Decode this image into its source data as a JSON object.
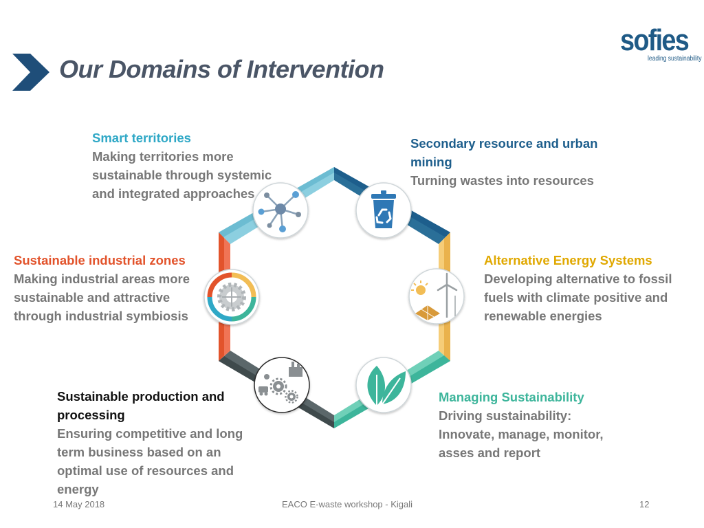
{
  "slide": {
    "title": "Our Domains of Intervention"
  },
  "logo": {
    "word": "sofies",
    "tagline": "leading sustainability"
  },
  "domains": {
    "smart": {
      "heading": "Smart territories",
      "body": "Making territories more\nsustainable through systemic\nand integrated approaches",
      "color": "#2fa8c6",
      "icon": "network-nodes-icon"
    },
    "secondary": {
      "heading": "Secondary resource and urban\nmining",
      "body": "Turning wastes into resources",
      "color": "#1d5e8c",
      "icon": "recycle-bin-icon"
    },
    "industrial": {
      "heading": "Sustainable industrial zones",
      "body": "Making industrial areas more\nsustainable and attractive\nthrough industrial symbiosis",
      "color": "#e2532b",
      "icon": "gear-cycle-icon"
    },
    "energy": {
      "heading": "Alternative Energy Systems",
      "body": "Developing alternative to fossil\nfuels with climate positive and\nrenewable energies",
      "color": "#f2bd55",
      "icon": "solar-wind-icon"
    },
    "production": {
      "heading": "Sustainable production and\nprocessing",
      "body": "Ensuring competitive and long\nterm business based on an\noptimal use of resources and\nenergy",
      "color": "#3f4a4c",
      "icon": "factory-gears-icon"
    },
    "managing": {
      "heading": "Managing Sustainability",
      "body": "Driving sustainability:\nInnovate, manage, monitor,\nasses and report",
      "color": "#3db59b",
      "icon": "leaf-icon"
    }
  },
  "footer": {
    "date": "14 May 2018",
    "event": "EACO E-waste workshop - Kigali",
    "page": "12"
  }
}
